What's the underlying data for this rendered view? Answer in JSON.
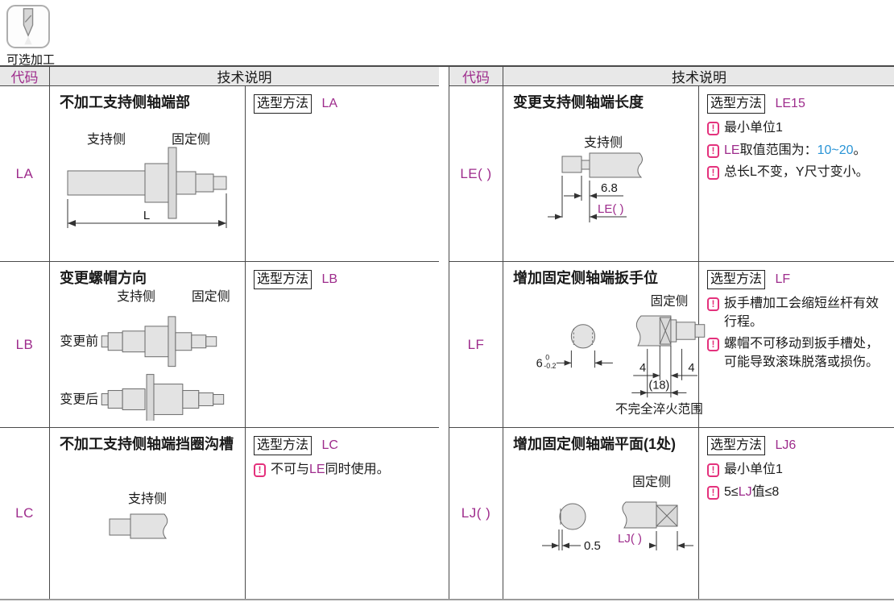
{
  "badge": {
    "label": "可选加工",
    "icon": "drill-icon"
  },
  "glyphs": {
    "warning": "!"
  },
  "colors": {
    "magenta": "#9E2C8C",
    "pink": "#E4317C",
    "blue": "#2994D6",
    "header_bg": "#E8E8E8"
  },
  "tables": [
    {
      "id": "left",
      "header": {
        "code_label": "代码",
        "desc_label": "技术说明"
      },
      "rows": [
        {
          "code": "LA",
          "title": "不加工支持侧轴端部",
          "method": {
            "box": "选型方法",
            "value": "LA"
          },
          "notes": [],
          "diagram": {
            "support_label": "支持侧",
            "fixed_label": "固定侧",
            "dim_L": "L"
          }
        },
        {
          "code": "LB",
          "title": "变更螺帽方向",
          "method": {
            "box": "选型方法",
            "value": "LB"
          },
          "notes": [],
          "diagram": {
            "support_label": "支持侧",
            "fixed_label": "固定侧",
            "before_label": "变更前",
            "after_label": "变更后"
          }
        },
        {
          "code": "LC",
          "title": "不加工支持侧轴端挡圈沟槽",
          "method": {
            "box": "选型方法",
            "value": "LC"
          },
          "notes": [
            {
              "segments": [
                {
                  "text": "不可与",
                  "color": "default"
                },
                {
                  "text": "LE",
                  "color": "magenta"
                },
                {
                  "text": "同时使用。",
                  "color": "default"
                }
              ]
            }
          ],
          "diagram": {
            "support_label": "支持侧"
          }
        }
      ]
    },
    {
      "id": "right",
      "header": {
        "code_label": "代码",
        "desc_label": "技术说明"
      },
      "rows": [
        {
          "code": "LE( )",
          "title": "变更支持侧轴端长度",
          "method": {
            "box": "选型方法",
            "value": "LE15"
          },
          "notes": [
            {
              "segments": [
                {
                  "text": "最小单位1",
                  "color": "default"
                }
              ]
            },
            {
              "segments": [
                {
                  "text": "LE",
                  "color": "magenta"
                },
                {
                  "text": "取值范围为：",
                  "color": "default"
                },
                {
                  "text": "10~20",
                  "color": "blue"
                },
                {
                  "text": "。",
                  "color": "default"
                }
              ]
            },
            {
              "segments": [
                {
                  "text": "总长L不变，Y尺寸变小。",
                  "color": "default"
                }
              ]
            }
          ],
          "diagram": {
            "support_label": "支持侧",
            "dim_68": "6.8",
            "dim_LE": "LE( )"
          }
        },
        {
          "code": "LF",
          "title": "增加固定侧轴端扳手位",
          "method": {
            "box": "选型方法",
            "value": "LF"
          },
          "notes": [
            {
              "segments": [
                {
                  "text": "扳手槽加工会缩短丝杆有效行程。",
                  "color": "default"
                }
              ]
            },
            {
              "segments": [
                {
                  "text": "螺帽不可移动到扳手槽处，可能导致滚珠脱落或损伤。",
                  "color": "default"
                }
              ]
            }
          ],
          "diagram": {
            "fixed_label": "固定侧",
            "dim_6": "6",
            "tol_upper": "0",
            "tol_lower": "-0.2",
            "dim_4a": "4",
            "dim_4b": "4",
            "dim_18": "(18)",
            "caption": "不完全淬火范围"
          }
        },
        {
          "code": "LJ( )",
          "title": "增加固定侧轴端平面(1处)",
          "method": {
            "box": "选型方法",
            "value": "LJ6"
          },
          "notes": [
            {
              "segments": [
                {
                  "text": "最小单位1",
                  "color": "default"
                }
              ]
            },
            {
              "segments": [
                {
                  "text": "5≤",
                  "color": "default"
                },
                {
                  "text": "LJ",
                  "color": "magenta"
                },
                {
                  "text": "值≤8",
                  "color": "default"
                }
              ]
            }
          ],
          "diagram": {
            "fixed_label": "固定侧",
            "dim_05": "0.5",
            "dim_LJ": "LJ( )"
          }
        }
      ]
    }
  ]
}
